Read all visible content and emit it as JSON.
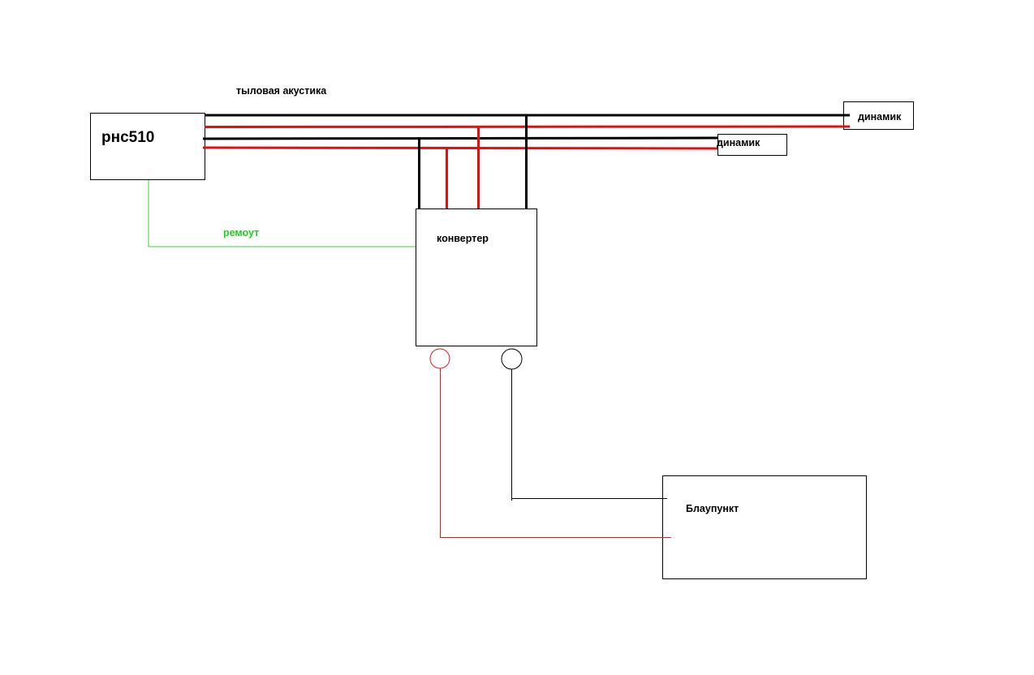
{
  "diagram": {
    "colors": {
      "background": "#ffffff",
      "speaker_negative": "#000000",
      "speaker_positive": "#e01010",
      "remote_wire": "#3cd23c",
      "remote_label": "#22cc22",
      "power_positive": "#d42020",
      "power_negative": "#000000"
    },
    "labels": {
      "rear_speakers": "тыловая акустика",
      "head_unit": "рнс510",
      "speaker_1": "динамик",
      "speaker_2": "динамик",
      "remote": "ремоут",
      "converter": "конвертер",
      "blaupunkt": "Блаупункт"
    },
    "icons": {
      "positive_terminal": "circle-outline-red",
      "negative_terminal": "circle-outline-black"
    }
  }
}
